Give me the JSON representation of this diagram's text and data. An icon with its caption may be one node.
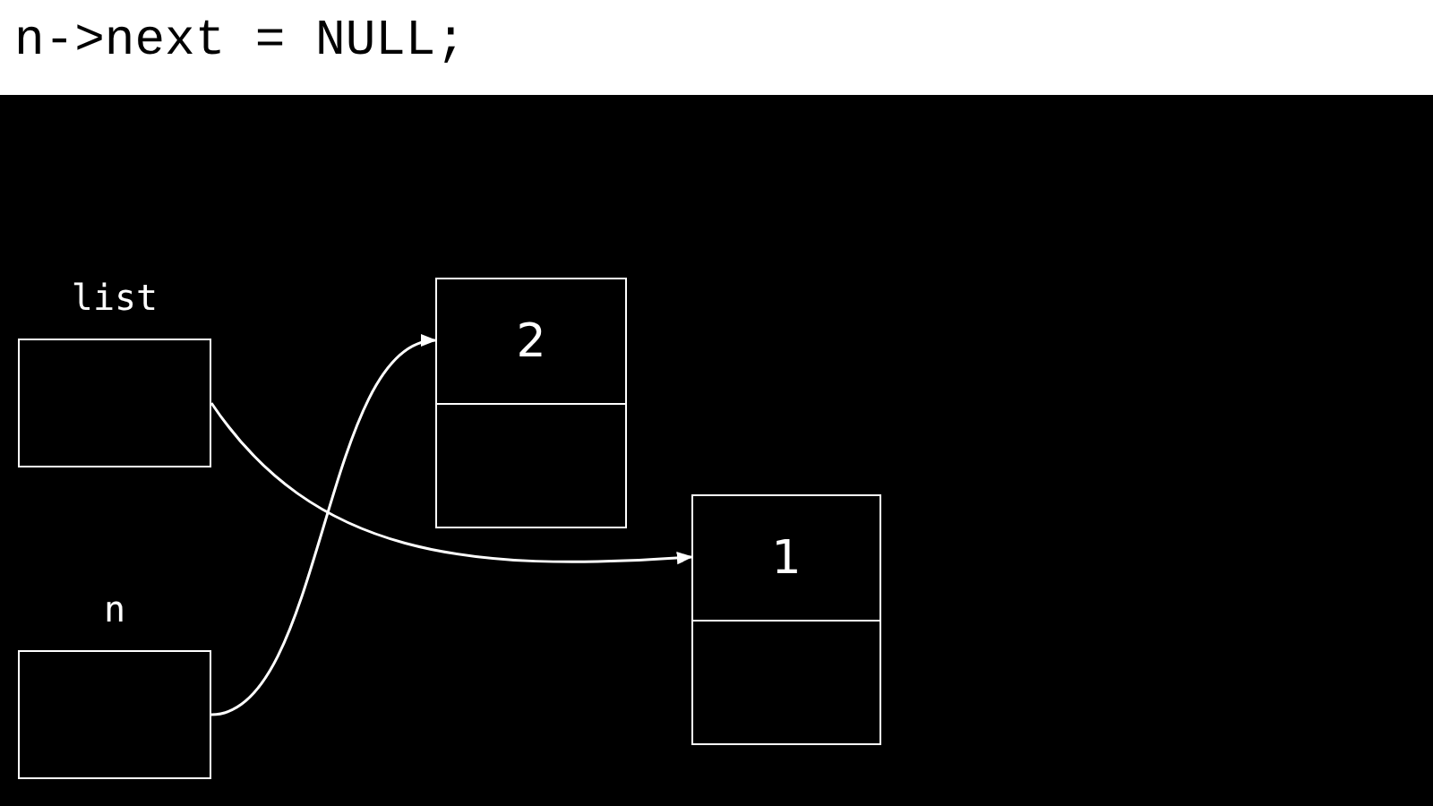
{
  "diagram": {
    "title": "n->next = NULL;",
    "nodes": [
      {
        "text": [
          "list"
        ]
      },
      {
        "text": [
          "n"
        ]
      },
      {
        "text": [
          "2"
        ]
      },
      {
        "text": [
          "1"
        ]
      }
    ],
    "edges": [
      {
        "from": 0,
        "to": 3,
        "arrow": "to"
      },
      {
        "from": 1,
        "to": 2,
        "arrow": "to"
      }
    ]
  }
}
